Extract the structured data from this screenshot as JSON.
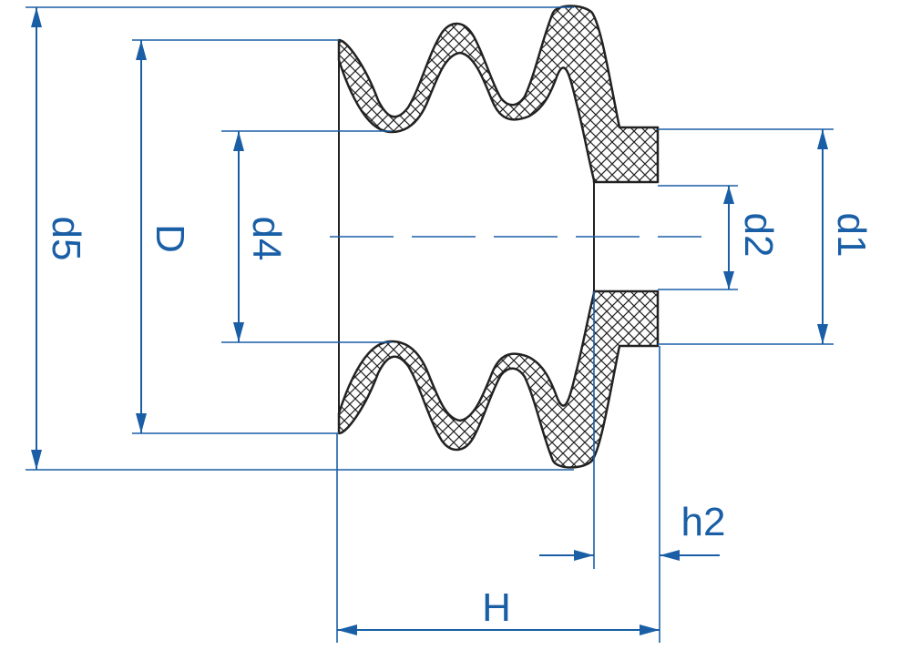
{
  "labels": {
    "d5": "d5",
    "D": "D",
    "d4": "d4",
    "d2": "d2",
    "d1": "d1",
    "h2": "h2",
    "H": "H"
  },
  "colors": {
    "dimension_line": "#1a5fa6",
    "part_outline": "#222222",
    "hatch": "#222222",
    "background": "#ffffff"
  }
}
